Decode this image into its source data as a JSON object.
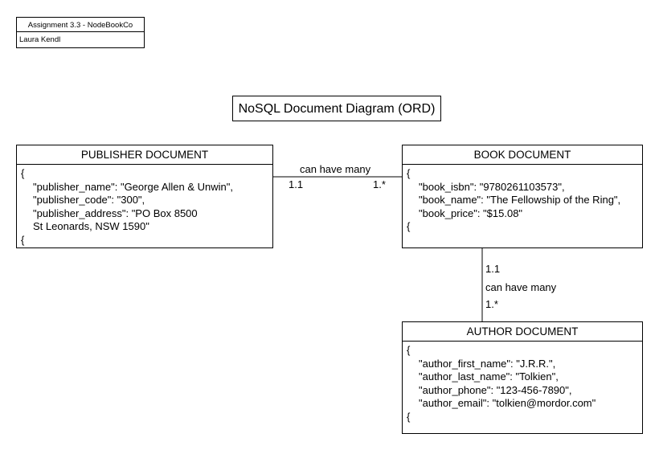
{
  "info": {
    "title": "Assignment 3.3 - NodeBookCo",
    "author": "Laura Kendl"
  },
  "diagram_title": "NoSQL Document Diagram (ORD)",
  "documents": {
    "publisher": {
      "header": "PUBLISHER DOCUMENT",
      "open": "{",
      "lines": [
        "\"publisher_name\": \"George Allen & Unwin\",",
        "\"publisher_code\": \"300\",",
        "\"publisher_address\": \"PO Box 8500",
        "St Leonards, NSW 1590\""
      ],
      "close": "{"
    },
    "book": {
      "header": "BOOK DOCUMENT",
      "open": "{",
      "lines": [
        "\"book_isbn\": \"9780261103573\",",
        "\"book_name\": \"The Fellowship of the Ring\",",
        "\"book_price\": \"$15.08\""
      ],
      "close": "{"
    },
    "author": {
      "header": "AUTHOR DOCUMENT",
      "open": "{",
      "lines": [
        "\"author_first_name\": \"J.R.R.\",",
        "\"author_last_name\": \"Tolkien\",",
        "\"author_phone\": \"123-456-7890\",",
        "\"author_email\": \"tolkien@mordor.com\""
      ],
      "close": "{"
    }
  },
  "relations": {
    "publisher_book": {
      "label": "can have many",
      "from_card": "1.1",
      "to_card": "1.*"
    },
    "book_author": {
      "label": "can have many",
      "from_card": "1.1",
      "to_card": "1.*"
    }
  }
}
